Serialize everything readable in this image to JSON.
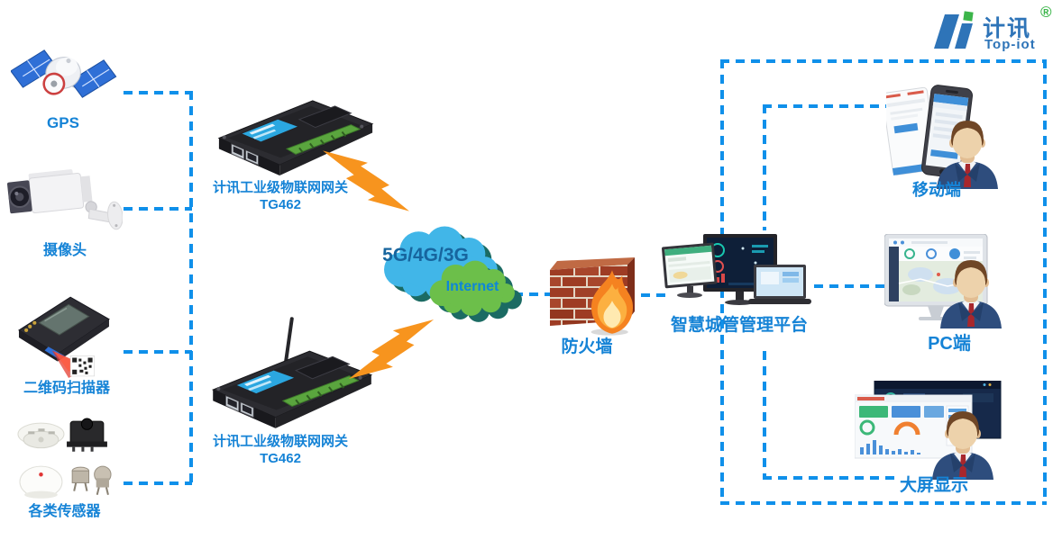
{
  "logo": {
    "brand_cn": "计讯",
    "brand_en": "Top-iot",
    "registered_mark": "®"
  },
  "devices": {
    "gps": {
      "label": "GPS"
    },
    "camera": {
      "label": "摄像头"
    },
    "qr_scanner": {
      "label": "二维码扫描器"
    },
    "sensors": {
      "label": "各类传感器"
    }
  },
  "gateways": {
    "top": {
      "name": "计讯工业级物联网网关",
      "model": "TG462"
    },
    "bottom": {
      "name": "计讯工业级物联网网关",
      "model": "TG462"
    }
  },
  "network": {
    "cellular_cloud_label": "5G/4G/3G",
    "internet_cloud_label": "Internet",
    "firewall_label": "防火墙"
  },
  "platform": {
    "label": "智慧城管管理平台"
  },
  "clients": {
    "mobile": {
      "label": "移动端"
    },
    "pc": {
      "label": "PC端"
    },
    "big_screen": {
      "label": "大屏显示"
    }
  },
  "colors": {
    "connector_blue": "#0f90ea",
    "label_blue": "#1583d6",
    "logo_blue": "#2e74b8",
    "logo_green": "#3cb54a",
    "cloud_blue": "#41b6e8",
    "cloud_green": "#6cbf4a",
    "cloud_shadow": "#1b6b63",
    "lightning_orange": "#f7941e",
    "firewall_brick": "#9e3c24"
  }
}
